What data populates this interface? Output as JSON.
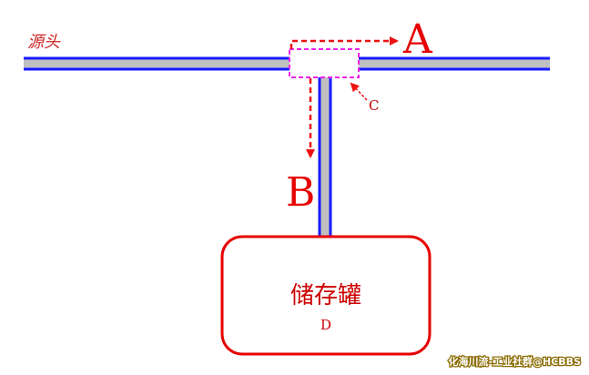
{
  "labels": {
    "source": "源头",
    "outlet_a": "A",
    "outlet_b": "B",
    "junction_c": "C",
    "tank_name": "储存罐",
    "tank_id": "D",
    "watermark": "化海川流-工业社群@HCBBS"
  },
  "colors": {
    "pipe_wall": "#1a1aff",
    "pipe_fill": "#c0c0c0",
    "flow_arrow": "#ee1111",
    "junction_box": "#ee22ee",
    "tank_border": "#e60000"
  }
}
